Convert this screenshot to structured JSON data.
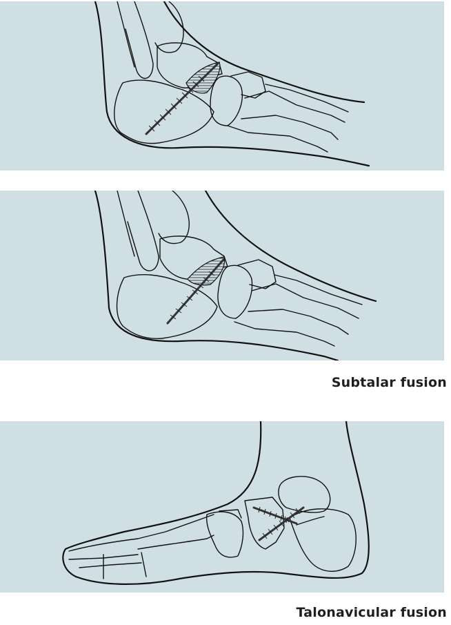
{
  "figure": {
    "panels": [
      {
        "id": "panel-1",
        "description": "Lateral foot illustration with single screw across subtalar joint, hatched graft area",
        "bg_color": "#d0dfe4"
      },
      {
        "id": "panel-2",
        "description": "Lateral foot illustration with single screw across subtalar joint, hatched graft area",
        "bg_color": "#d0dfe4"
      },
      {
        "id": "panel-3",
        "description": "Medial foot illustration with two crossing screws across talonavicular joint",
        "bg_color": "#d0dfe4"
      }
    ],
    "captions": {
      "subtalar": "Subtalar fusion",
      "talonavicular": "Talonavicular fusion"
    }
  }
}
